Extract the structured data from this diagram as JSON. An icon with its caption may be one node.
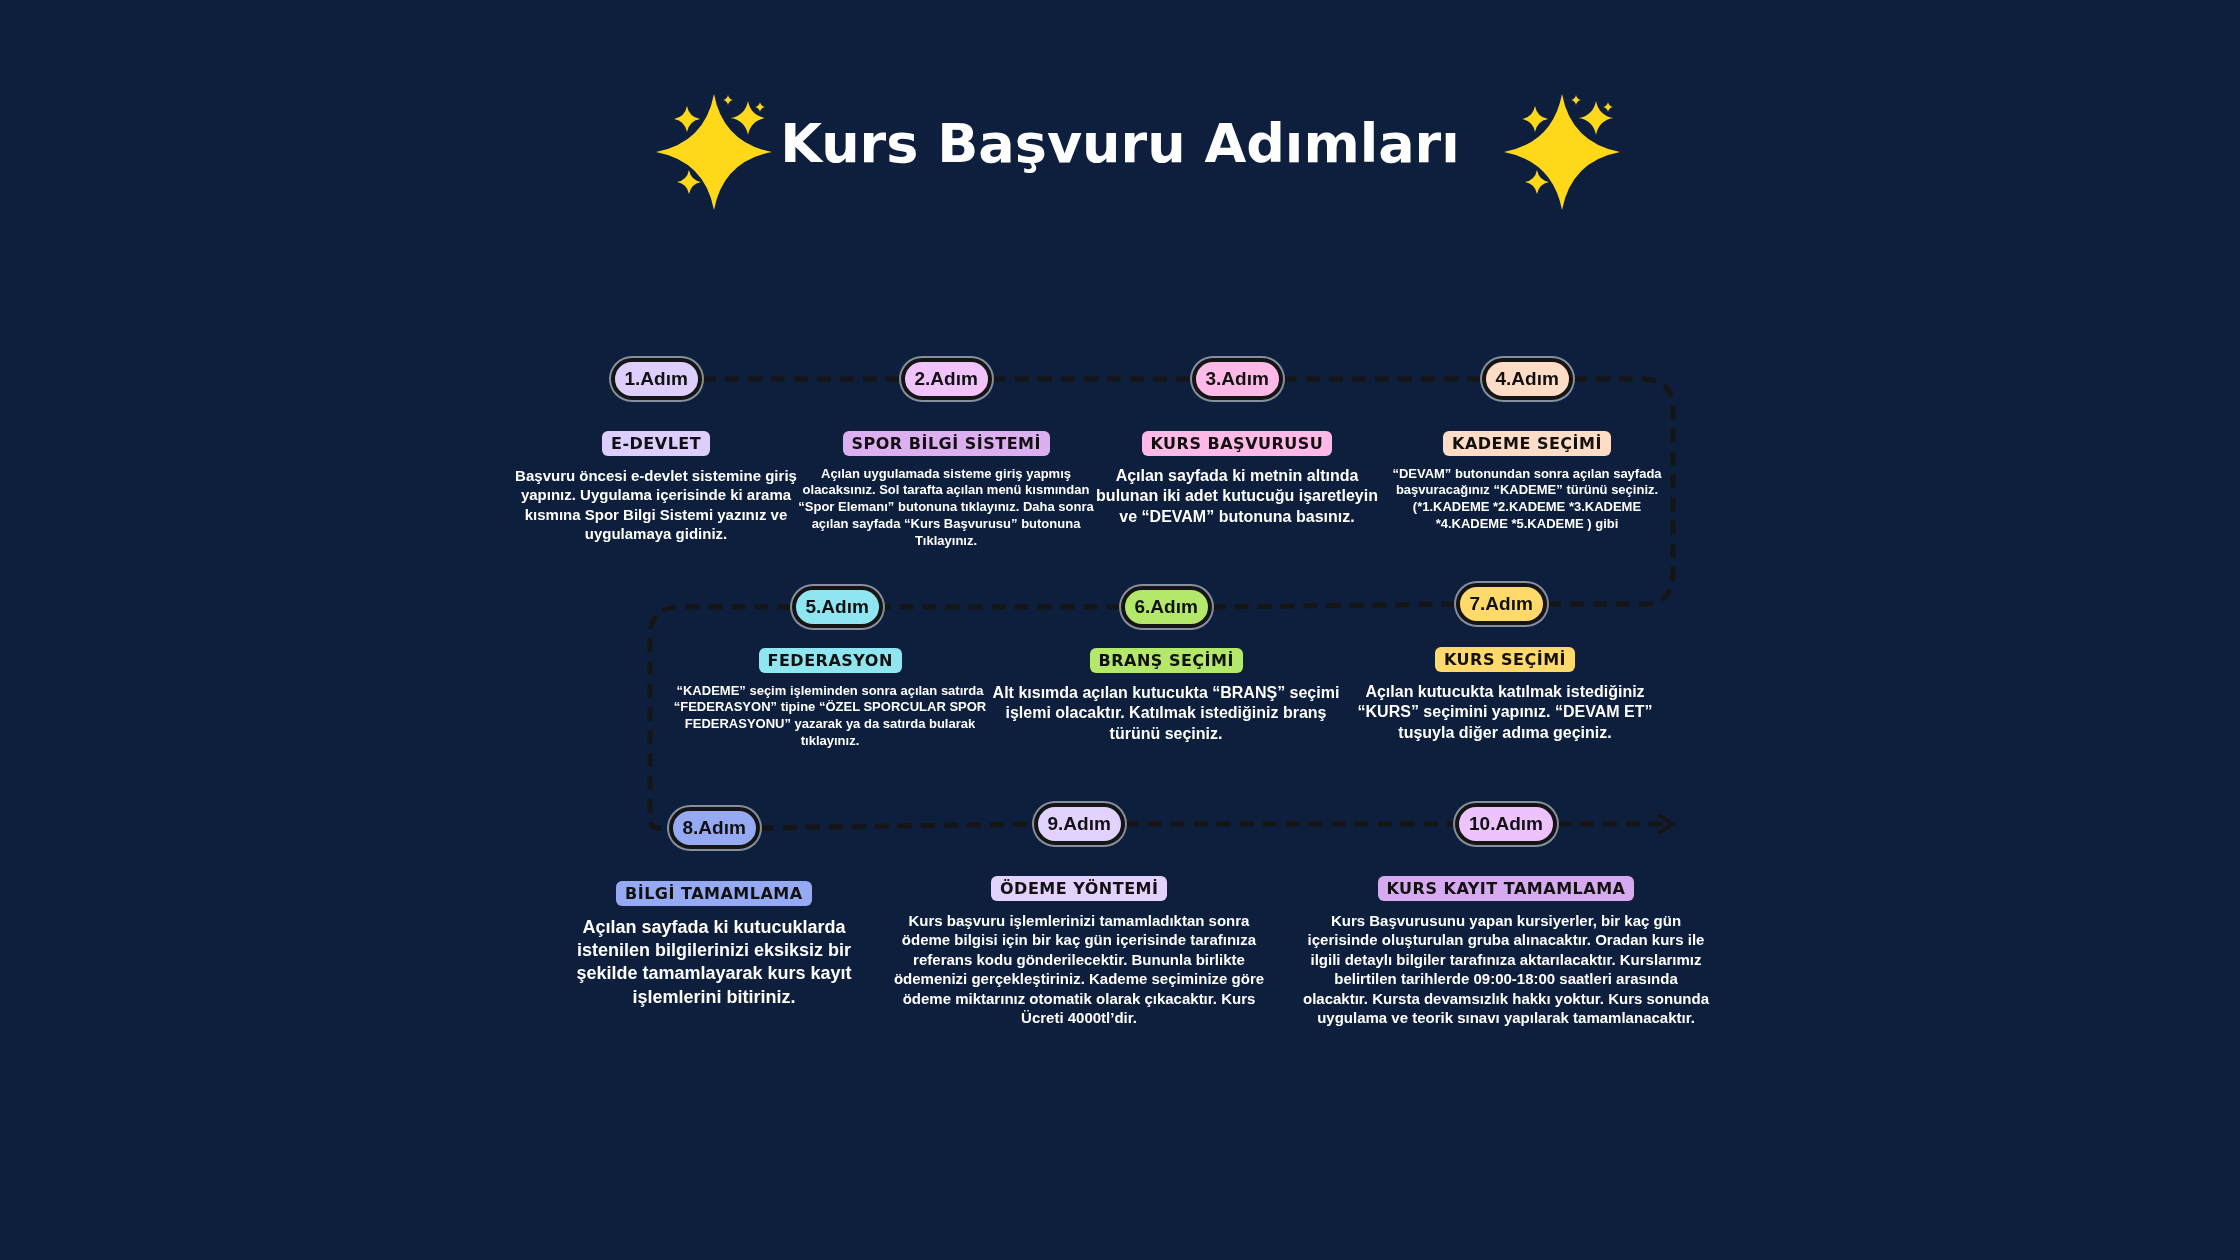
{
  "diagram": {
    "title": "Kurs Başvuru Adımları",
    "nodes": [
      {
        "text": [
          "1.Adım"
        ]
      },
      {
        "text": [
          "E-DEVLET"
        ],
        "beside": [
          "Başvuru öncesi e-devlet sistemine giriş yapınız. Uygulama içerisinde ki arama kısmına Spor Bilgi Sistemi yazınız ve uygulamaya gidiniz."
        ]
      },
      {
        "text": [
          "2.Adım"
        ]
      },
      {
        "text": [
          "SPOR BİLGİ SİSTEMİ"
        ],
        "beside": [
          "Açılan uygulamada sisteme giriş yapmış olacaksınız. Sol tarafta açılan menü kısmından “Spor Elemanı” butonuna tıklayınız. Daha sonra açılan sayfada “Kurs Başvurusu” butonuna Tıklayınız."
        ]
      },
      {
        "text": [
          "3.Adım"
        ]
      },
      {
        "text": [
          "KURS BAŞVURUSU"
        ],
        "beside": [
          "Açılan sayfada ki metnin altında bulunan iki adet kutucuğu işaretleyin ve “DEVAM” butonuna basınız."
        ]
      },
      {
        "text": [
          "4.Adım"
        ]
      },
      {
        "text": [
          "KADEME SEÇİMİ"
        ],
        "beside": [
          "“DEVAM” butonundan sonra açılan sayfada başvuracağınız “KADEME” türünü seçiniz. (*1.KADEME *2.KADEME *3.KADEME *4.KADEME *5.KADEME ) gibi"
        ]
      },
      {
        "text": [
          "5.Adım"
        ]
      },
      {
        "text": [
          "FEDERASYON"
        ],
        "beside": [
          "“KADEME” seçim işleminden sonra açılan satırda “FEDERASYON” tipine “ÖZEL SPORCULAR SPOR FEDERASYONU” yazarak ya da satırda bularak tıklayınız."
        ]
      },
      {
        "text": [
          "6.Adım"
        ]
      },
      {
        "text": [
          "BRANŞ SEÇİMİ"
        ],
        "beside": [
          "Alt kısımda açılan kutucukta “BRANŞ” seçimi işlemi olacaktır. Katılmak istediğiniz branş türünü seçiniz."
        ]
      },
      {
        "text": [
          "7.Adım"
        ]
      },
      {
        "text": [
          "KURS SEÇİMİ"
        ],
        "beside": [
          "Açılan kutucukta katılmak istediğiniz “KURS” seçimini yapınız. “DEVAM ET” tuşuyla diğer adıma geçiniz."
        ]
      },
      {
        "text": [
          "8.Adım"
        ]
      },
      {
        "text": [
          "BİLGİ TAMAMLAMA"
        ],
        "beside": [
          "Açılan sayfada ki kutucuklarda istenilen bilgilerinizi eksiksiz bir şekilde tamamlayarak kurs kayıt işlemlerini bitiriniz."
        ]
      },
      {
        "text": [
          "9.Adım"
        ]
      },
      {
        "text": [
          "ÖDEME YÖNTEMİ"
        ],
        "beside": [
          "Kurs başvuru işlemlerinizi tamamladıktan sonra ödeme bilgisi için bir kaç gün içerisinde tarafınıza referans kodu gönderilecektir. Bununla birlikte ödemenizi gerçekleştiriniz. Kademe seçiminize göre ödeme miktarınız otomatik olarak çıkacaktır. Kurs Ücreti 4000tl’dir."
        ]
      },
      {
        "text": [
          "10.Adım"
        ]
      },
      {
        "text": [
          "KURS KAYIT TAMAMLAMA"
        ],
        "beside": [
          "Kurs Başvurusunu yapan kursiyerler, bir kaç gün içerisinde oluşturulan gruba alınacaktır. Oradan kurs ile ilgili detaylı bilgiler tarafınıza aktarılacaktır. Kurslarımız belirtilen tarihlerde 09:00-18:00 saatleri arasında olacaktır. Kursta devamsızlık hakkı yoktur. Kurs sonunda uygulama ve teorik sınavı yapılarak tamamlanacaktır."
        ]
      }
    ],
    "edges": [
      {
        "from": 0,
        "to": 2,
        "arrow": "none",
        "style": "dashed"
      },
      {
        "from": 2,
        "to": 4,
        "arrow": "none",
        "style": "dashed"
      },
      {
        "from": 4,
        "to": 6,
        "arrow": "none",
        "style": "dashed"
      },
      {
        "from": 6,
        "to": 12,
        "arrow": "none",
        "style": "dashed"
      },
      {
        "from": 12,
        "to": 10,
        "arrow": "none",
        "style": "dashed"
      },
      {
        "from": 10,
        "to": 8,
        "arrow": "none",
        "style": "dashed"
      },
      {
        "from": 8,
        "to": 14,
        "arrow": "none",
        "style": "dashed"
      },
      {
        "from": 14,
        "to": 16,
        "arrow": "none",
        "style": "dashed"
      },
      {
        "from": 16,
        "to": 18,
        "arrow": "none",
        "style": "dashed"
      },
      {
        "from": 18,
        "to": null,
        "arrow": "to",
        "style": "dashed"
      }
    ]
  }
}
